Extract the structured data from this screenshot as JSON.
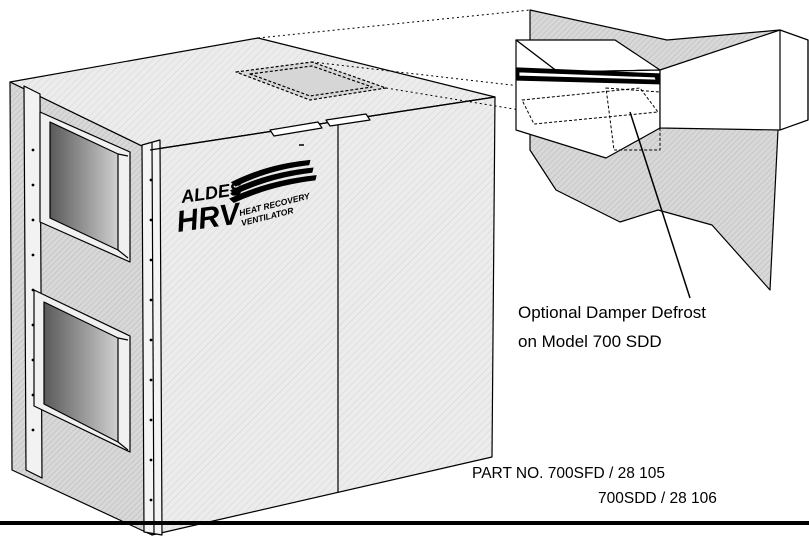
{
  "figure": {
    "callout": {
      "line1": "Optional Damper Defrost",
      "line2": "on Model 700 SDD"
    },
    "part_number": {
      "line1": "PART  NO. 700SFD /  28 105",
      "line2": "700SDD /  28 106"
    },
    "logo": {
      "brand": "ALDES",
      "model": "HRV",
      "tagline1": "HEAT RECOVERY",
      "tagline2": "VENTILATOR"
    }
  },
  "colors": {
    "ink": "#000000",
    "panel_light": "#efefef",
    "panel_mid": "#dedede",
    "panel_dark": "#c6c6c6",
    "window_dark": "#7a7a7a"
  }
}
